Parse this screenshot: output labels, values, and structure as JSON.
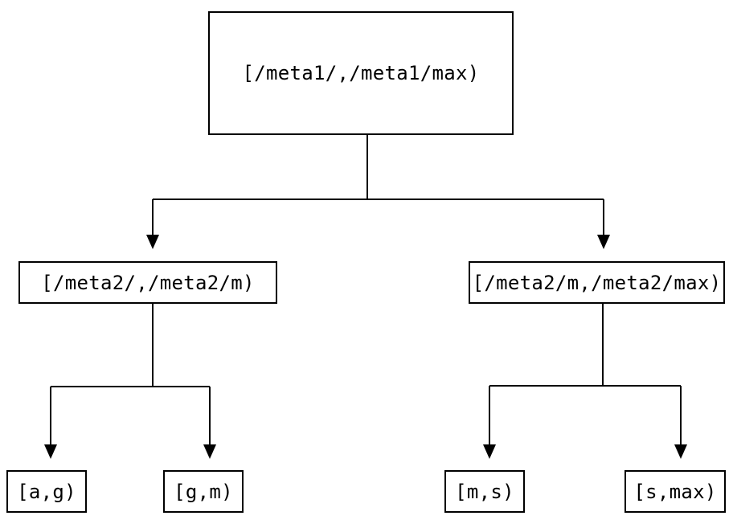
{
  "diagram": {
    "type": "tree",
    "background_color": "#ffffff",
    "line_color": "#000000",
    "text_color": "#000000",
    "nodes": {
      "root": {
        "label": "[/meta1/,/meta1/max)"
      },
      "left": {
        "label": "[/meta2/,/meta2/m)"
      },
      "right": {
        "label": "[/meta2/m,/meta2/max)"
      },
      "ag": {
        "label": "[a,g)"
      },
      "gm": {
        "label": "[g,m)"
      },
      "ms": {
        "label": "[m,s)"
      },
      "smax": {
        "label": "[s,max)"
      }
    },
    "edges": [
      {
        "from": "root",
        "to": "left"
      },
      {
        "from": "root",
        "to": "right"
      },
      {
        "from": "left",
        "to": "ag"
      },
      {
        "from": "left",
        "to": "gm"
      },
      {
        "from": "right",
        "to": "ms"
      },
      {
        "from": "right",
        "to": "smax"
      }
    ]
  }
}
